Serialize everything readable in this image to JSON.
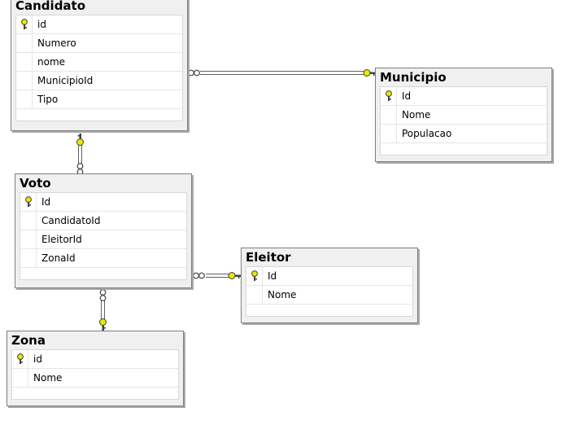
{
  "diagram": {
    "colors": {
      "key_yellow": "#e8e800",
      "line": "#606060",
      "panel": "#f0f0f0",
      "border": "#7f7f7f"
    },
    "tables": {
      "candidato": {
        "title": "Candidato",
        "columns": [
          {
            "name": "id",
            "pk": true
          },
          {
            "name": "Numero"
          },
          {
            "name": "nome"
          },
          {
            "name": "MunicipioId"
          },
          {
            "name": "Tipo"
          }
        ]
      },
      "municipio": {
        "title": "Municipio",
        "columns": [
          {
            "name": "Id",
            "pk": true
          },
          {
            "name": "Nome"
          },
          {
            "name": "Populacao"
          }
        ]
      },
      "voto": {
        "title": "Voto",
        "columns": [
          {
            "name": "Id",
            "pk": true
          },
          {
            "name": "CandidatoId"
          },
          {
            "name": "EleitorId"
          },
          {
            "name": "ZonaId"
          }
        ]
      },
      "eleitor": {
        "title": "Eleitor",
        "columns": [
          {
            "name": "Id",
            "pk": true
          },
          {
            "name": "Nome"
          }
        ]
      },
      "zona": {
        "title": "Zona",
        "columns": [
          {
            "name": "id",
            "pk": true
          },
          {
            "name": "Nome"
          }
        ]
      }
    },
    "relationships": [
      {
        "from": "candidato",
        "to": "municipio",
        "many_side": "candidato",
        "one_side": "municipio"
      },
      {
        "from": "voto",
        "to": "candidato",
        "many_side": "voto",
        "one_side": "candidato"
      },
      {
        "from": "voto",
        "to": "eleitor",
        "many_side": "voto",
        "one_side": "eleitor"
      },
      {
        "from": "voto",
        "to": "zona",
        "many_side": "voto",
        "one_side": "zona"
      }
    ]
  }
}
